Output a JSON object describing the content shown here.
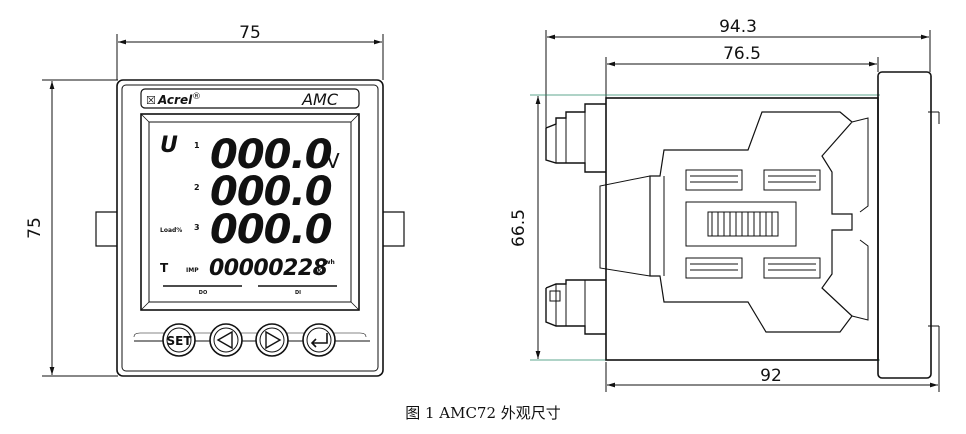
{
  "front_view": {
    "width_dim": "75",
    "height_dim": "75",
    "brand": "Acrel",
    "brand_mark": "®",
    "model": "AMC",
    "display": {
      "param_label": "U",
      "row_numbers": [
        "1",
        "2",
        "3"
      ],
      "rows": [
        "000.0",
        "000.0",
        "000.0"
      ],
      "unit": "V",
      "load_label": "Load%",
      "t_label": "T",
      "imp_label": "IMP",
      "energy": "00000228",
      "energy_unit_k": "k",
      "energy_unit_wh": "wh",
      "bottom_left_label": "DO",
      "bottom_right_label": "DI"
    },
    "buttons": [
      {
        "id": "set",
        "label": "SET"
      },
      {
        "id": "left",
        "icon": "left-triangle-icon"
      },
      {
        "id": "right",
        "icon": "right-triangle-icon"
      },
      {
        "id": "enter",
        "icon": "enter-arrow-icon"
      }
    ]
  },
  "side_view": {
    "total_depth_dim": "94.3",
    "body_depth_dim": "76.5",
    "height_dim": "66.5",
    "bottom_dim": "92"
  },
  "caption": "图 1 AMC72 外观尺寸"
}
